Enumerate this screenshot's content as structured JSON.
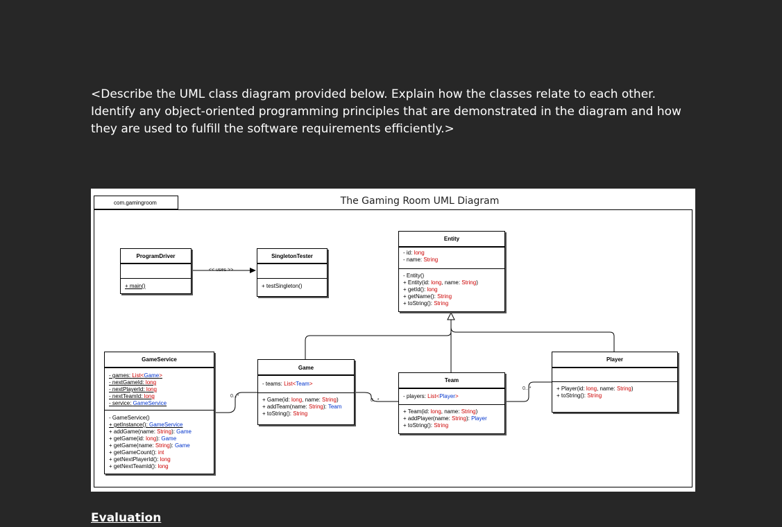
{
  "prompt": "<Describe the UML class diagram provided below. Explain how the classes relate to each other. Identify any object-oriented programming principles that are demonstrated in the diagram and how they are used to fulfill the software requirements efficiently.>",
  "evaluation_heading": "Evaluation",
  "diagram": {
    "package": "com.gamingroom",
    "title": "The Gaming Room UML Diagram",
    "uses_label": "<< uses >>",
    "multiplicity": "0...*",
    "classes": {
      "program_driver": {
        "name": "ProgramDriver",
        "op": "+ main()"
      },
      "singleton_tester": {
        "name": "SingletonTester",
        "op": "+ testSingleton()"
      },
      "entity": {
        "name": "Entity",
        "attr_id_pre": "- id: ",
        "attr_id_type": "long",
        "attr_name_pre": "- name: ",
        "attr_name_type": "String",
        "op1": "- Entity()",
        "op2_pre": "+ Entity(id: ",
        "op2_t1": "long",
        "op2_mid": ", name: ",
        "op2_t2": "String",
        "op2_end": ")",
        "op3_pre": "+ getId(): ",
        "op3_t": "long",
        "op4_pre": "+ getName(): ",
        "op4_t": "String",
        "op5_pre": "+ toString(): ",
        "op5_t": "String"
      },
      "game_service": {
        "name": "GameService",
        "a1_pre": "- games: ",
        "a1_t": "List<",
        "a1_g": "Game",
        "a1_e": ">",
        "a2_pre": "- nextGameId: ",
        "a2_t": "long",
        "a3_pre": "- nextPlayerId: ",
        "a3_t": "long",
        "a4_pre": "- nextTeamId: ",
        "a4_t": "long",
        "a5_pre": "- service: ",
        "a5_t": "GameService",
        "o1": "- GameService()",
        "o2_pre": "+ getInstance(): ",
        "o2_t": "GameService",
        "o3_pre": "+ addGame(name: ",
        "o3_t1": "String",
        "o3_mid": "): ",
        "o3_t2": "Game",
        "o4_pre": "+ getGame(id: ",
        "o4_t1": "long",
        "o4_mid": "): ",
        "o4_t2": "Game",
        "o5_pre": "+ getGame(name: ",
        "o5_t1": "String",
        "o5_mid": "): ",
        "o5_t2": "Game",
        "o6_pre": "+ getGameCount(): ",
        "o6_t": "int",
        "o7_pre": "+ getNextPlayerId(): ",
        "o7_t": "long",
        "o8_pre": "+ getNextTeamId(): ",
        "o8_t": "long"
      },
      "game": {
        "name": "Game",
        "a1_pre": "- teams: ",
        "a1_t": "List<",
        "a1_g": "Team",
        "a1_e": ">",
        "o1_pre": "+ Game(id: ",
        "o1_t1": "long",
        "o1_mid": ", name: ",
        "o1_t2": "String",
        "o1_end": ")",
        "o2_pre": "+ addTeam(name: ",
        "o2_t1": "String",
        "o2_mid": "): ",
        "o2_t2": "Team",
        "o3_pre": "+ toString(): ",
        "o3_t": "String"
      },
      "team": {
        "name": "Team",
        "a1_pre": "- players: ",
        "a1_t": "List<",
        "a1_g": "Player",
        "a1_e": ">",
        "o1_pre": "+ Team(id: ",
        "o1_t1": "long",
        "o1_mid": ", name: ",
        "o1_t2": "String",
        "o1_end": ")",
        "o2_pre": "+ addPlayer(name: ",
        "o2_t1": "String",
        "o2_mid": "): ",
        "o2_t2": "Player",
        "o3_pre": "+ toString(): ",
        "o3_t": "String"
      },
      "player": {
        "name": "Player",
        "o1_pre": "+ Player(id: ",
        "o1_t1": "long",
        "o1_mid": ", name: ",
        "o1_t2": "String",
        "o1_end": ")",
        "o2_pre": "+ toString(): ",
        "o2_t": "String"
      }
    }
  }
}
